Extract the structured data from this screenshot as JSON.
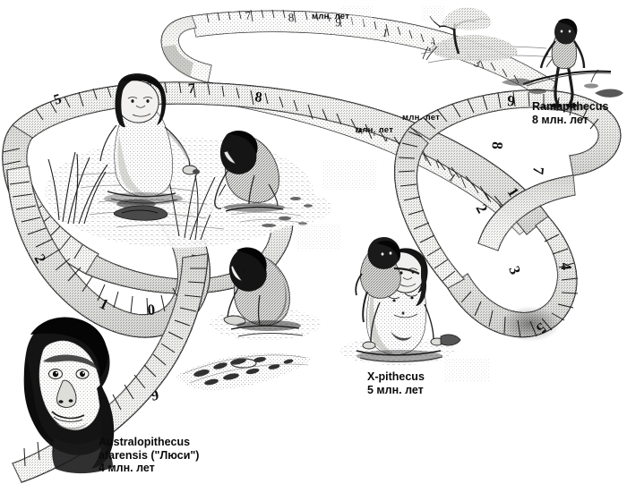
{
  "figure": {
    "type": "scientific-illustration",
    "subject": "human-evolution-timeline-on-tape-measure",
    "language": "ru",
    "background_color": "#ffffff",
    "ink_color": "#1a1a1a"
  },
  "scale_labels": {
    "unit": "млн. лет",
    "top": "млн. лет",
    "middle_left": "млн. лет",
    "middle_right": "млн. лет"
  },
  "species": [
    {
      "id": "ramapithecus",
      "name": "Ramapithecus",
      "age": "8 млн. лет",
      "position": "top-right"
    },
    {
      "id": "x-pithecus",
      "name": "X-pithecus",
      "age": "5 млн. лет",
      "position": "center-bottom"
    },
    {
      "id": "australopithecus",
      "name_line1": "Australopithecus",
      "name_line2": "afarensis (\"Люси\")",
      "age": "4 млн. лет",
      "position": "bottom-left"
    }
  ],
  "tape": {
    "numerals": [
      "7",
      "8",
      "9",
      "1",
      "2",
      "3",
      "4",
      "5",
      "6",
      "7",
      "8",
      "9",
      "1",
      "2",
      "3",
      "4",
      "5",
      "0",
      "9"
    ],
    "visible_marks": [
      "5",
      "2",
      "1",
      "0",
      "9",
      "7",
      "8",
      "6",
      "4",
      "3"
    ],
    "material": "measuring-tape",
    "tape_fill": "#d8d8d4",
    "tape_edge": "#2b2b2b"
  },
  "scenes": [
    {
      "id": "savanna-scene",
      "description": "Ramapithecus standing with stick"
    },
    {
      "id": "water-scene-1",
      "description": "hominid sitting in shallow water with reeds"
    },
    {
      "id": "water-scene-2",
      "description": "crouching hominid wading"
    },
    {
      "id": "water-scene-3",
      "description": "crouching hominid at water edge"
    },
    {
      "id": "carrying-scene",
      "description": "X-pithecus female carrying infant on shoulders"
    },
    {
      "id": "footprints-scene",
      "description": "fossil footprints in ash"
    },
    {
      "id": "lucy-portrait",
      "description": "Australopithecus afarensis head portrait"
    }
  ]
}
